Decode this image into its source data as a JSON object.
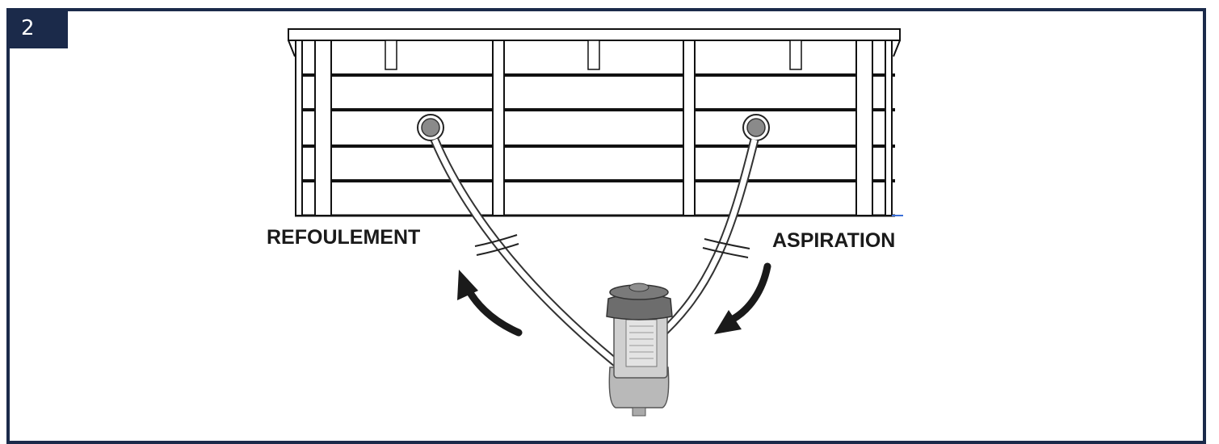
{
  "step": {
    "number": "2"
  },
  "labels": {
    "outlet": "REFOULEMENT",
    "inlet": "ASPIRATION"
  },
  "colors": {
    "frame": "#1b2a4a",
    "badge_bg": "#1b2a4a",
    "badge_text": "#ffffff",
    "pool_line": "#111111",
    "pump_body": "#c9c9c9",
    "pump_cap": "#6d6d6d"
  },
  "icons": [
    "pool-frame",
    "hose",
    "pump-filter",
    "flow-arrow"
  ]
}
